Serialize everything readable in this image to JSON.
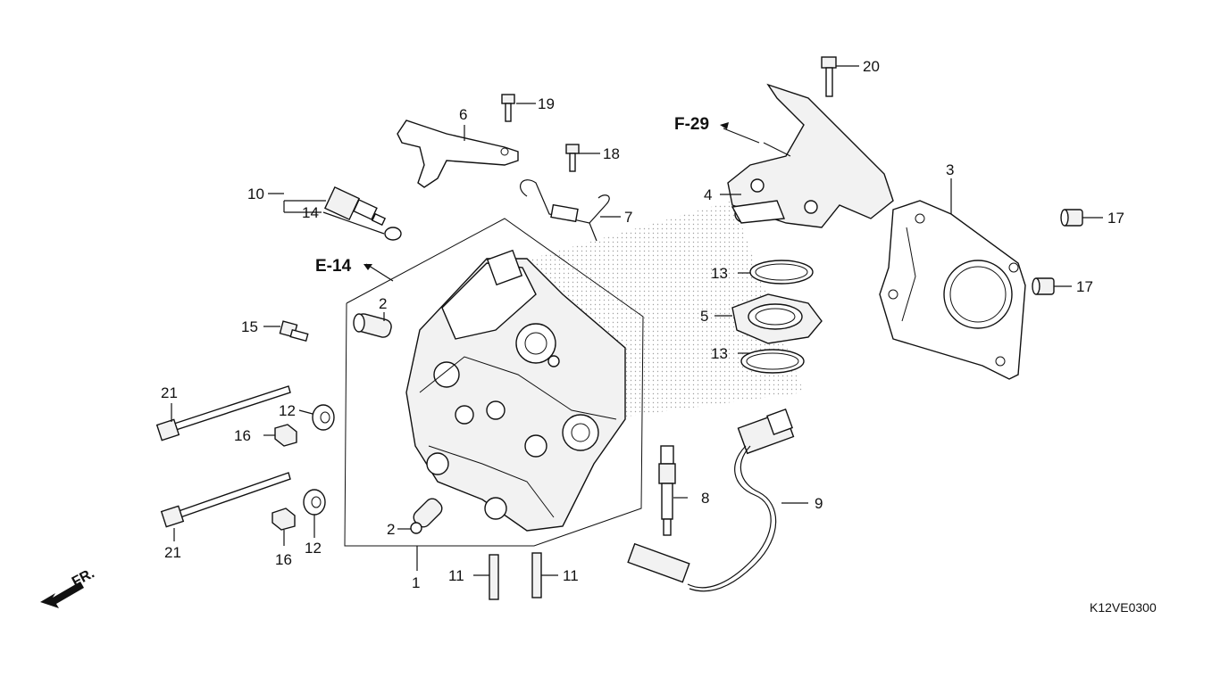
{
  "diagram": {
    "code": "K12VE0300",
    "direction_label": "FR.",
    "references": {
      "f29": "F-29",
      "e14": "E-14"
    },
    "callouts": {
      "p1": "1",
      "p2a": "2",
      "p2b": "2",
      "p3": "3",
      "p4": "4",
      "p5": "5",
      "p6": "6",
      "p7": "7",
      "p8": "8",
      "p9": "9",
      "p10": "10",
      "p11a": "11",
      "p11b": "11",
      "p12a": "12",
      "p12b": "12",
      "p13a": "13",
      "p13b": "13",
      "p14": "14",
      "p15": "15",
      "p16a": "16",
      "p16b": "16",
      "p17a": "17",
      "p17b": "17",
      "p18": "18",
      "p19": "19",
      "p20": "20",
      "p21a": "21",
      "p21b": "21"
    }
  }
}
